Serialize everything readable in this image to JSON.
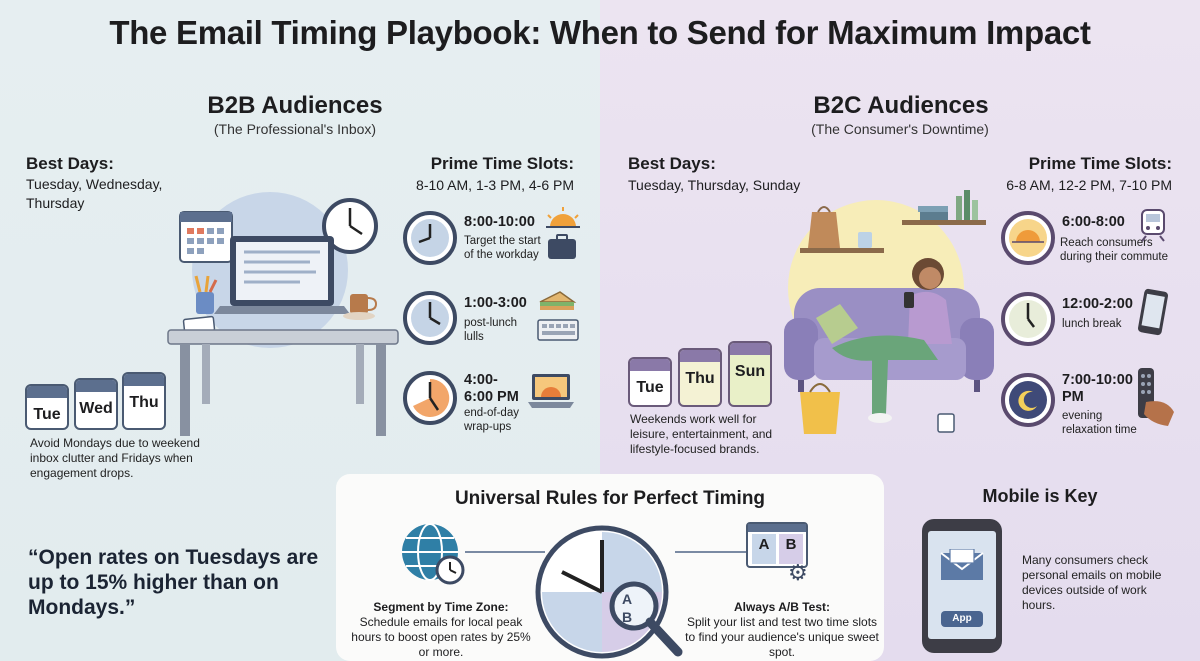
{
  "title": "The Email Timing Playbook: When to Send for Maximum Impact",
  "b2b": {
    "heading": "B2B Audiences",
    "subheading": "(The Professional's Inbox)",
    "best_days_label": "Best Days:",
    "best_days": "Tuesday, Wednesday, Thursday",
    "prime_label": "Prime Time Slots:",
    "prime_slots": "8-10 AM, 1-3 PM, 4-6 PM",
    "calendar_days": [
      "Tue",
      "Wed",
      "Thu"
    ],
    "note": "Avoid Mondays due to weekend inbox clutter and Fridays when engagement drops.",
    "slots": [
      {
        "time": "8:00-10:00",
        "desc": "Target the start of the workday",
        "icon": "sunrise-briefcase-icon"
      },
      {
        "time": "1:00-3:00",
        "desc": "post-lunch lulls",
        "icon": "sandwich-keyboard-icon"
      },
      {
        "time": "4:00-6:00 PM",
        "desc": "end-of-day wrap-ups",
        "icon": "laptop-sunset-icon"
      }
    ]
  },
  "b2c": {
    "heading": "B2C Audiences",
    "subheading": "(The Consumer's Downtime)",
    "best_days_label": "Best Days:",
    "best_days": "Tuesday, Thursday, Sunday",
    "prime_label": "Prime Time Slots:",
    "prime_slots": "6-8 AM, 12-2 PM, 7-10 PM",
    "calendar_days": [
      "Tue",
      "Thu",
      "Sun"
    ],
    "note": "Weekends work well for leisure, entertainment, and lifestyle-focused brands.",
    "slots": [
      {
        "time": "6:00-8:00",
        "desc": "Reach consumers during their commute",
        "icon": "train-icon"
      },
      {
        "time": "12:00-2:00",
        "desc": "lunch break",
        "icon": "smartphone-icon"
      },
      {
        "time": "7:00-10:00 PM",
        "desc": "evening relaxation time",
        "icon": "remote-control-icon"
      }
    ]
  },
  "quote": "“Open rates on Tuesdays are up to 15% higher than on Mondays.”",
  "universal": {
    "heading": "Universal Rules for Perfect Timing",
    "rule1_title": "Segment by Time Zone:",
    "rule1_text": "Schedule emails for local peak hours to boost open rates by 25% or more.",
    "rule2_title": "Always A/B Test:",
    "rule2_text": "Split your list and test two time slots to find your audience's unique sweet spot.",
    "ab_a": "A",
    "ab_b": "B"
  },
  "mobile": {
    "heading": "Mobile is Key",
    "text": "Many consumers check personal emails on mobile devices outside of work hours.",
    "app_label": "App"
  },
  "colors": {
    "b2b_bg": "#e6eef1",
    "b2c_bg": "#ece4f1",
    "navy": "#4a5a72",
    "accent_orange": "#e88a3a",
    "purple": "#9a8fc4"
  }
}
